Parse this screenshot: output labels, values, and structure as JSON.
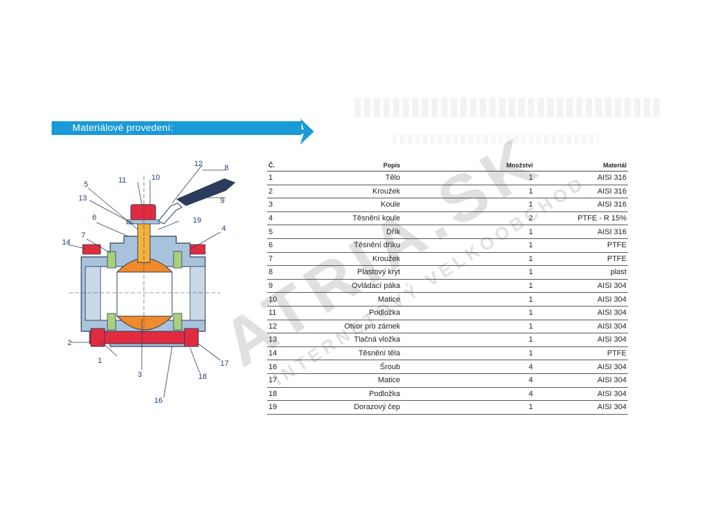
{
  "header": {
    "title": "Materiálové provedení:"
  },
  "diagram": {
    "labels": [
      "1",
      "2",
      "3",
      "4",
      "5",
      "6",
      "7",
      "8",
      "9",
      "10",
      "11",
      "12",
      "13",
      "14",
      "16",
      "17",
      "18",
      "19"
    ]
  },
  "table": {
    "columns": [
      "Č.",
      "Popis",
      "Množství",
      "Materiál"
    ],
    "rows": [
      [
        "1",
        "Tělo",
        "1",
        "AISI 316"
      ],
      [
        "2",
        "Kroužek",
        "1",
        "AISI 316"
      ],
      [
        "3",
        "Koule",
        "1",
        "AISI 316"
      ],
      [
        "4",
        "Těsnění koule",
        "2",
        "PTFE - R 15%"
      ],
      [
        "5",
        "Dřík",
        "1",
        "AISI 316"
      ],
      [
        "6",
        "Těsnění dříku",
        "1",
        "PTFE"
      ],
      [
        "7",
        "Kroužek",
        "1",
        "PTFE"
      ],
      [
        "8",
        "Plastový kryt",
        "1",
        "plast"
      ],
      [
        "9",
        "Ovládací páka",
        "1",
        "AISI 304"
      ],
      [
        "10",
        "Matice",
        "1",
        "AISI 304"
      ],
      [
        "11",
        "Podložka",
        "1",
        "AISI 304"
      ],
      [
        "12",
        "Otvor pro zámek",
        "1",
        "AISI 304"
      ],
      [
        "13",
        "Tlačná vložka",
        "1",
        "AISI 304"
      ],
      [
        "14",
        "Těsnění těla",
        "1",
        "PTFE"
      ],
      [
        "16",
        "Šroub",
        "4",
        "AISI 304"
      ],
      [
        "17",
        "Matice",
        "4",
        "AISI 304"
      ],
      [
        "18",
        "Podložka",
        "4",
        "AISI 304"
      ],
      [
        "19",
        "Dorazový čep",
        "1",
        "AISI 304"
      ]
    ]
  },
  "watermark": {
    "line1": "ATRIA.SK",
    "line2": "INTERNETOVÝ VELKOOBCHOD"
  },
  "colors": {
    "accent": "#1a9ad6",
    "body_blue": "#a9c3dc",
    "red": "#e32b3f",
    "orange": "#f08a2c",
    "green": "#a8d17a",
    "label": "#1f3f7a"
  }
}
